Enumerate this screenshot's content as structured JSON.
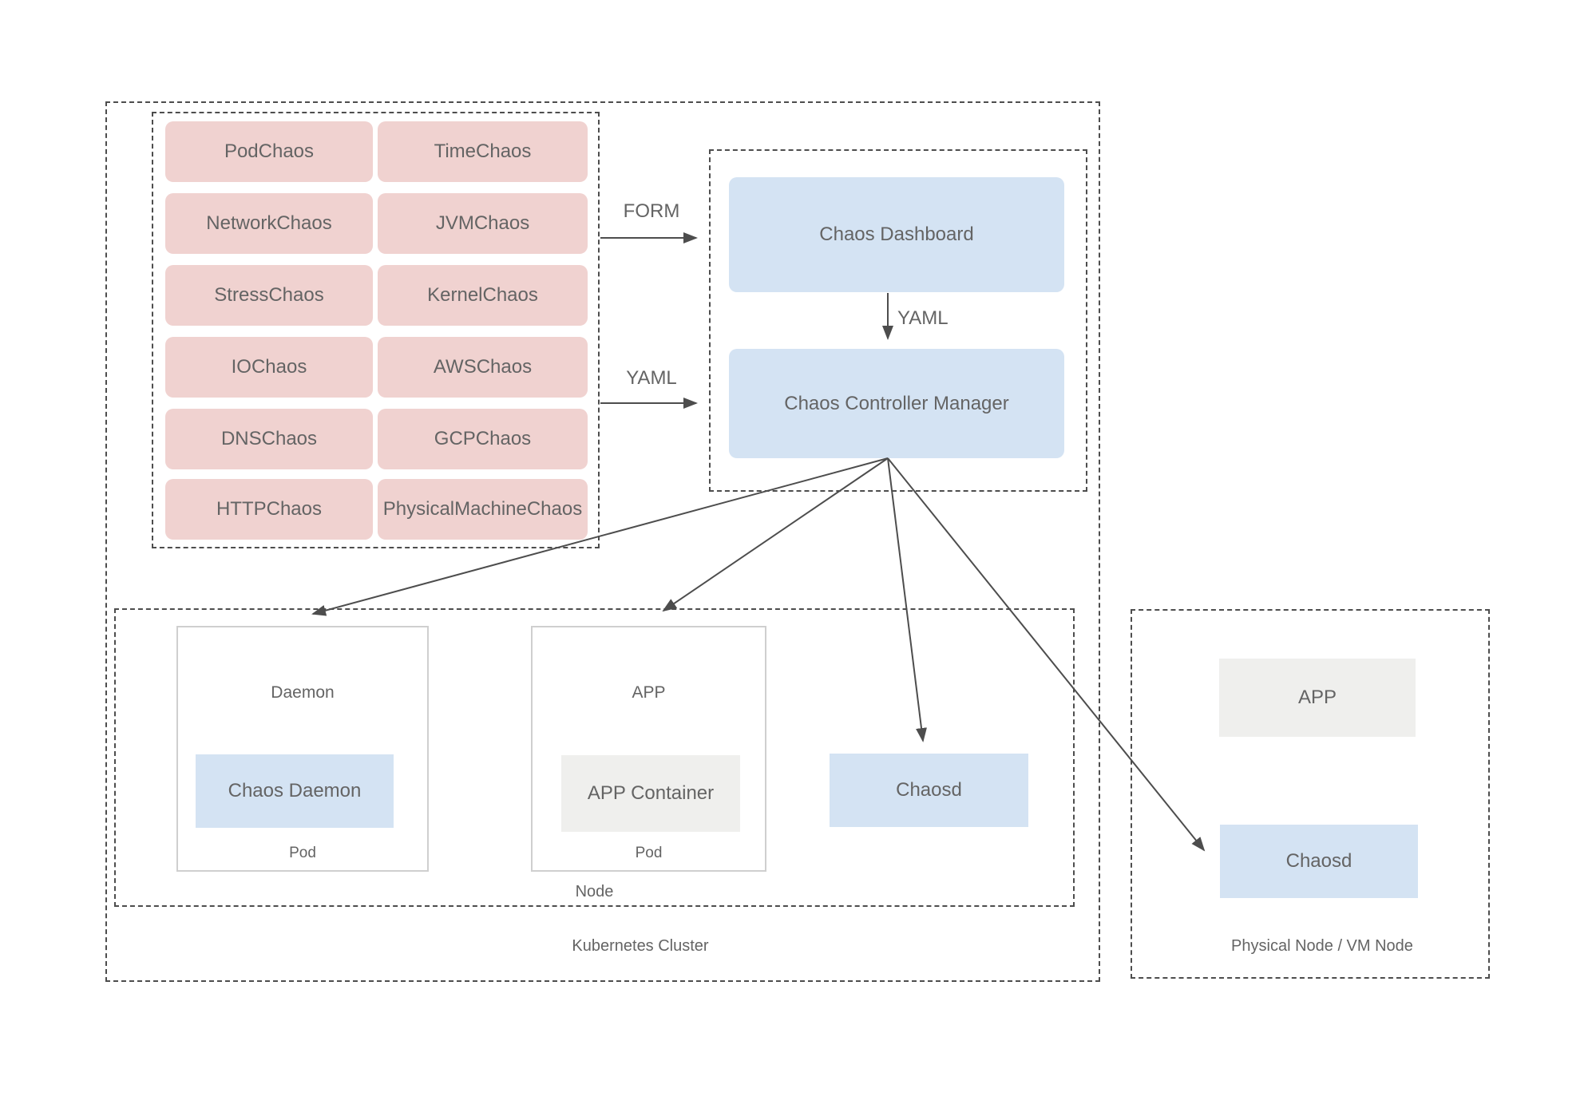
{
  "chaos_types": [
    "PodChaos",
    "TimeChaos",
    "NetworkChaos",
    "JVMChaos",
    "StressChaos",
    "KernelChaos",
    "IOChaos",
    "AWSChaos",
    "DNSChaos",
    "GCPChaos",
    "HTTPChaos",
    "PhysicalMachineChaos"
  ],
  "flows": {
    "form": "FORM",
    "yaml_in": "YAML",
    "yaml_between": "YAML"
  },
  "control_plane": {
    "dashboard": "Chaos Dashboard",
    "controller": "Chaos Controller Manager"
  },
  "cluster": {
    "label": "Kubernetes Cluster",
    "node_label": "Node",
    "daemon_pod": {
      "title": "Daemon",
      "container": "Chaos Daemon",
      "caption": "Pod"
    },
    "app_pod": {
      "title": "APP",
      "container": "APP Container",
      "caption": "Pod"
    },
    "chaosd": "Chaosd"
  },
  "physical_node": {
    "label": "Physical Node / VM Node",
    "app": "APP",
    "chaosd": "Chaosd"
  },
  "colors": {
    "chaos_type_fill": "#F0D2D0",
    "component_fill": "#D4E3F3",
    "app_fill": "#EFEFED",
    "dashed_border": "#4D4D4D",
    "solid_border": "#CFCFCF",
    "text": "#646464",
    "arrow": "#4D4D4D",
    "background": "#FFFFFF"
  }
}
